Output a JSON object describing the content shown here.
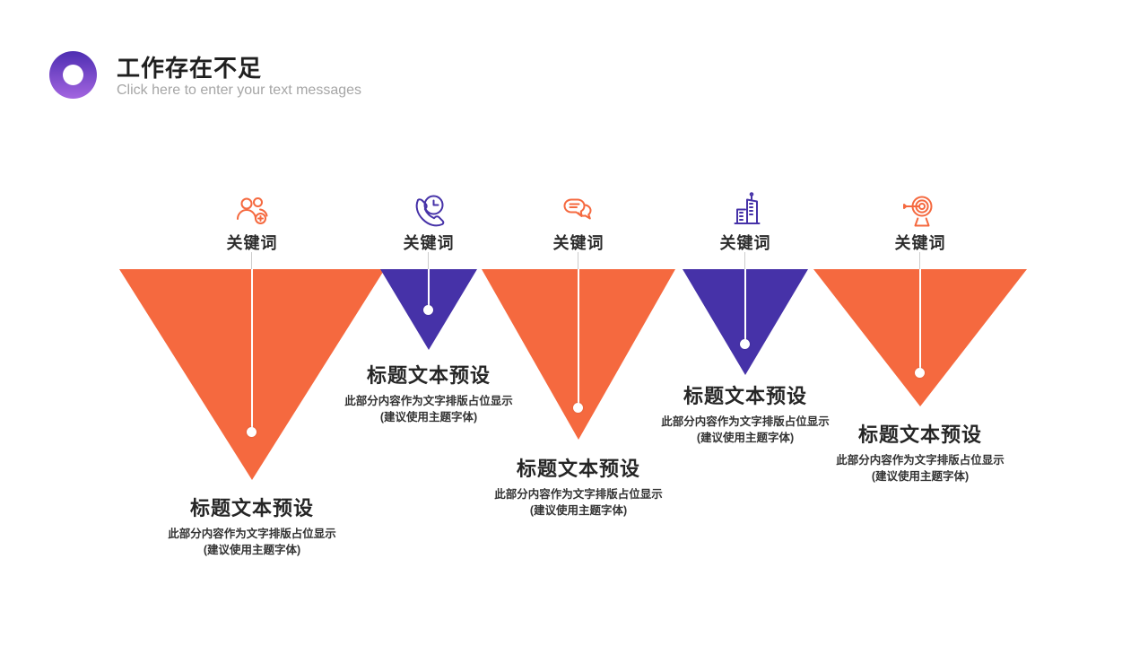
{
  "header": {
    "title": "工作存在不足",
    "subtitle": "Click here to enter your text messages"
  },
  "colors": {
    "orange": "#F5693F",
    "purple": "#4632A8",
    "logo_gradient": "linear-gradient(180deg, #4E2EB2 0%, #A365E0 100%)",
    "heading_text": "#1F1F1F",
    "muted_text": "#A6A6A6",
    "body_text": "#333333"
  },
  "columns": [
    {
      "icon": "add-users-icon",
      "keyword": "关键词",
      "title": "标题文本预设",
      "desc_line1": "此部分内容作为文字排版占位显示",
      "desc_line2": "(建议使用主题字体)",
      "color": "#F5693F"
    },
    {
      "icon": "phone-time-icon",
      "keyword": "关键词",
      "title": "标题文本预设",
      "desc_line1": "此部分内容作为文字排版占位显示",
      "desc_line2": "(建议使用主题字体)",
      "color": "#4632A8"
    },
    {
      "icon": "chat-bubbles-icon",
      "keyword": "关键词",
      "title": "标题文本预设",
      "desc_line1": "此部分内容作为文字排版占位显示",
      "desc_line2": "(建议使用主题字体)",
      "color": "#F5693F"
    },
    {
      "icon": "buildings-icon",
      "keyword": "关键词",
      "title": "标题文本预设",
      "desc_line1": "此部分内容作为文字排版占位显示",
      "desc_line2": "(建议使用主题字体)",
      "color": "#4632A8"
    },
    {
      "icon": "target-arrow-icon",
      "keyword": "关键词",
      "title": "标题文本预设",
      "desc_line1": "此部分内容作为文字排版占位显示",
      "desc_line2": "(建议使用主题字体)",
      "color": "#F5693F"
    }
  ]
}
